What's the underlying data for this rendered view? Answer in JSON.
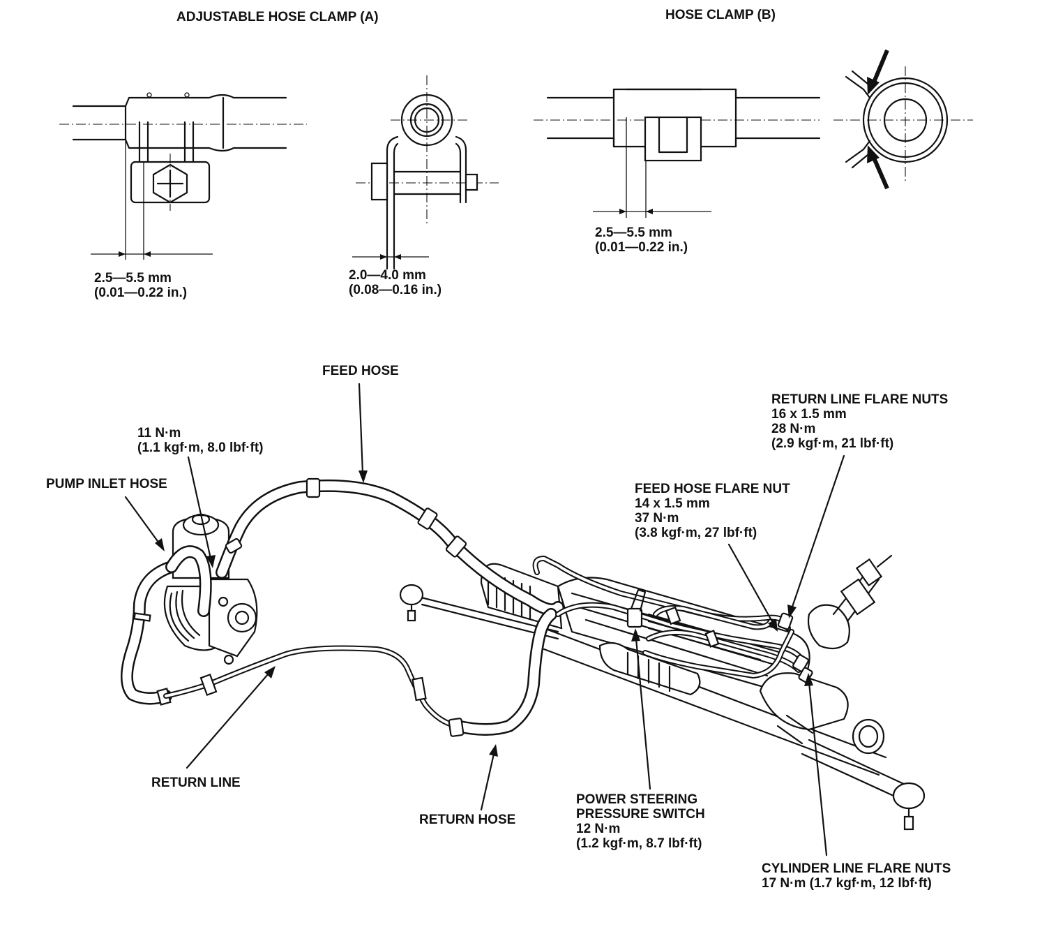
{
  "detail_a": {
    "title": "ADJUSTABLE HOSE CLAMP (A)",
    "dim1": [
      "2.5—5.5 mm",
      "(0.01—0.22 in.)"
    ],
    "dim2": [
      "2.0—4.0 mm",
      "(0.08—0.16 in.)"
    ]
  },
  "detail_b": {
    "title": "HOSE CLAMP (B)",
    "dim1": [
      "2.5—5.5 mm",
      "(0.01—0.22 in.)"
    ]
  },
  "callouts": {
    "feed_hose": [
      "FEED HOSE"
    ],
    "pump_bolt": [
      "11 N·m",
      "(1.1 kgf·m, 8.0 lbf·ft)"
    ],
    "pump_inlet_hose": [
      "PUMP INLET HOSE"
    ],
    "return_line_flare_nuts": [
      "RETURN LINE FLARE NUTS",
      "16 x 1.5 mm",
      "28 N·m",
      "(2.9 kgf·m, 21 lbf·ft)"
    ],
    "feed_hose_flare_nut": [
      "FEED HOSE FLARE NUT",
      "14 x 1.5 mm",
      "37 N·m",
      "(3.8 kgf·m, 27 lbf·ft)"
    ],
    "return_line": [
      "RETURN LINE"
    ],
    "return_hose": [
      "RETURN HOSE"
    ],
    "pressure_switch": [
      "POWER STEERING",
      "PRESSURE SWITCH",
      "12 N·m",
      "(1.2 kgf·m, 8.7 lbf·ft)"
    ],
    "cylinder_line_flare_nuts": [
      "CYLINDER LINE FLARE NUTS",
      "17 N·m (1.7 kgf·m, 12 lbf·ft)"
    ]
  }
}
